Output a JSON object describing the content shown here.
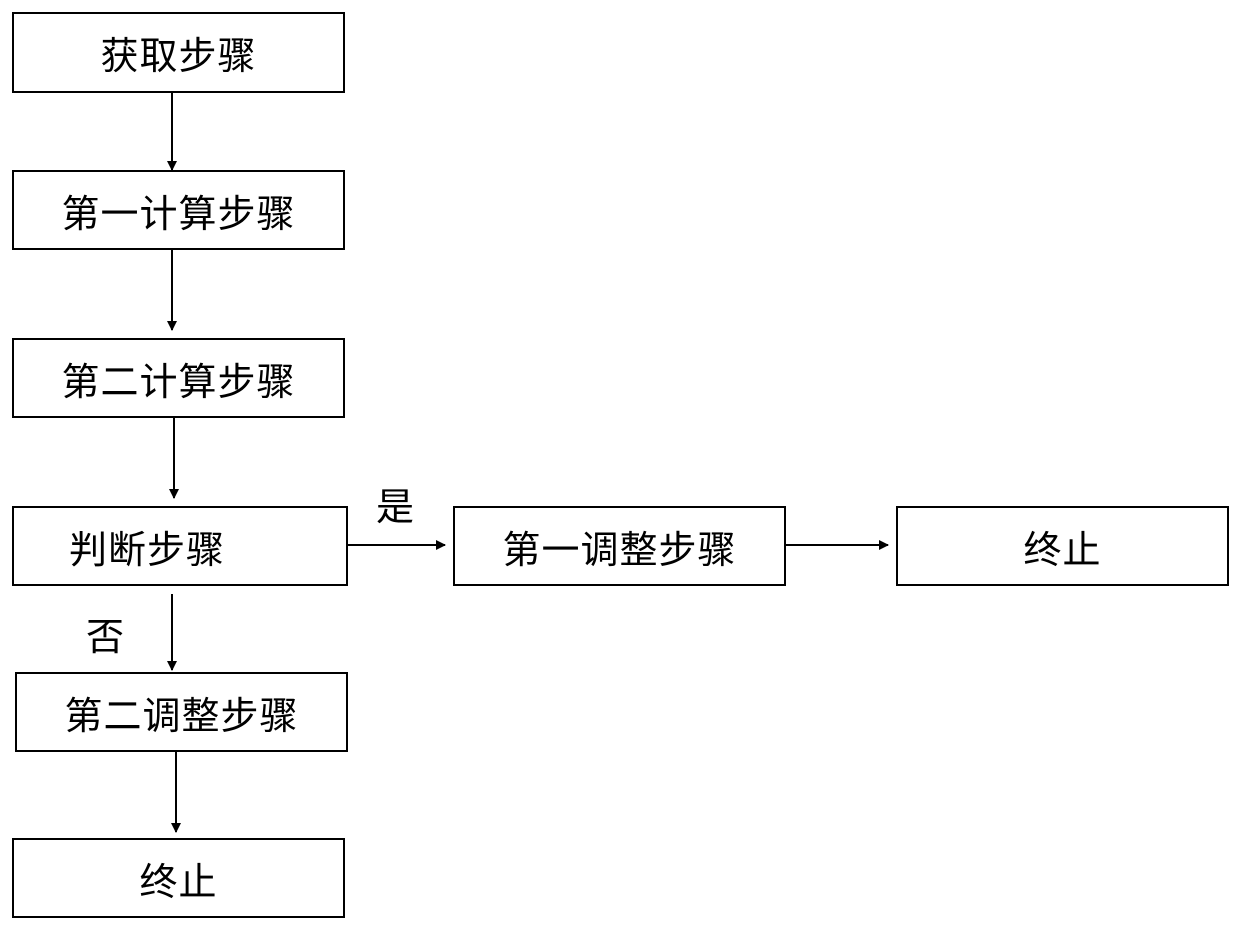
{
  "nodes": {
    "acquire": {
      "label": "获取步骤"
    },
    "calc1": {
      "label": "第一计算步骤"
    },
    "calc2": {
      "label": "第二计算步骤"
    },
    "judge": {
      "label": "判断步骤"
    },
    "adjust1": {
      "label": "第一调整步骤"
    },
    "end1": {
      "label": "终止"
    },
    "adjust2": {
      "label": "第二调整步骤"
    },
    "end2": {
      "label": "终止"
    }
  },
  "edges": {
    "yes_label": "是",
    "no_label": "否"
  },
  "colors": {
    "line": "#000000",
    "box_fill": "#ffffff"
  }
}
